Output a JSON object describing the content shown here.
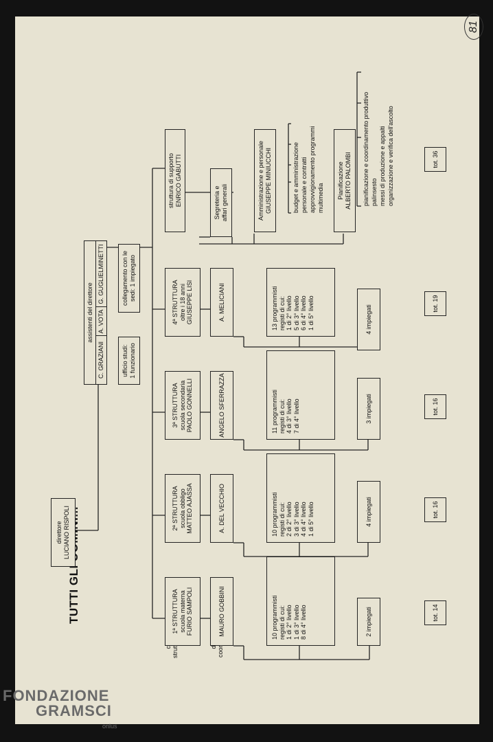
{
  "title": "TUTTI GLI UOMINI...",
  "page_number": "81",
  "watermark": {
    "line1": "FONDAZIONE",
    "line2": "GRAMSCI",
    "line3": "onlus"
  },
  "row_labels": {
    "capo": [
      "capo",
      "struttura"
    ],
    "coordin": [
      "dirig.",
      "coordin."
    ]
  },
  "director": [
    "direttore",
    "LUCIANO RISPOLI"
  ],
  "assistants": {
    "title": "assistenti del direttore",
    "names": [
      "C. GRAZIANI",
      "A. VOTA",
      "G. GUGLIELMINETTI"
    ]
  },
  "ufficio_studi": [
    "ufficio studi:",
    "1 funzionario"
  ],
  "collegamento": [
    "collegamento con le",
    "sedi: 1 impiegato"
  ],
  "structures": [
    {
      "head": [
        "1ª STRUTTURA",
        "scuola materna",
        "FURIO SAMPOLI"
      ],
      "coord": "MAURO GOBBINI",
      "prog": [
        "10 programmisti",
        "registi di cui:",
        "1 di 2° livello",
        "1 di 3° livello",
        "8 di 4° livello"
      ],
      "imp": "2 impiegati",
      "tot": "tot. 14"
    },
    {
      "head": [
        "2ª STRUTTURA",
        "scuola obbligo",
        "MATTEO AJASSA"
      ],
      "coord": "A. DEL VECCHIO",
      "prog": [
        "10 programmisti",
        "registi di cui:",
        "2 di 2° livello",
        "3 di 3° livello",
        "4 di 4° livello",
        "1 di 5° livello"
      ],
      "imp": "4 impiegati",
      "tot": "tot. 16"
    },
    {
      "head": [
        "3ª STRUTTURA",
        "scuola secondaria",
        "PAOLO GONNELLI"
      ],
      "coord": "ANGELO SFERRAZZA",
      "prog": [
        "11 programmisti",
        "registi di cui:",
        "4 di 3° livello",
        "7 di 4° livello"
      ],
      "imp": "3 impiegati",
      "tot": "tot. 16"
    },
    {
      "head": [
        "4ª STRUTTURA",
        "oltre i 18 anni",
        "GIUSEPPE LISI"
      ],
      "coord": "A. MELICIANI",
      "prog": [
        "13 programmisti",
        "registi di cui:",
        "1 di 2° livello",
        "5 di 3° livello",
        "6 di 4° livello",
        "1 di 5° livello"
      ],
      "imp": "4 impiegati",
      "tot": "tot. 19"
    }
  ],
  "support": {
    "head": [
      "struttura di supporto",
      "ENRICO GABUTTI"
    ],
    "segreteria": [
      "Segreteria e",
      "affari generali"
    ],
    "amministrazione": [
      "Amministrazione e personale",
      "GIUSEPPE MINIUCCHI"
    ],
    "amministrazione_items": [
      "budget e amministrazione",
      "personale e contratti",
      "approvvigionamento programmi",
      "multimedia"
    ],
    "pianificazione": [
      "Pianificazione",
      "ALBERTO PALOMBI"
    ],
    "pianificazione_items": [
      "pianificazione e coordinamento produttivo",
      "palinsesto",
      "messi di produzione e appalti",
      "organizzazione e verifica dell'ascolto"
    ],
    "tot": "tot. 36"
  }
}
